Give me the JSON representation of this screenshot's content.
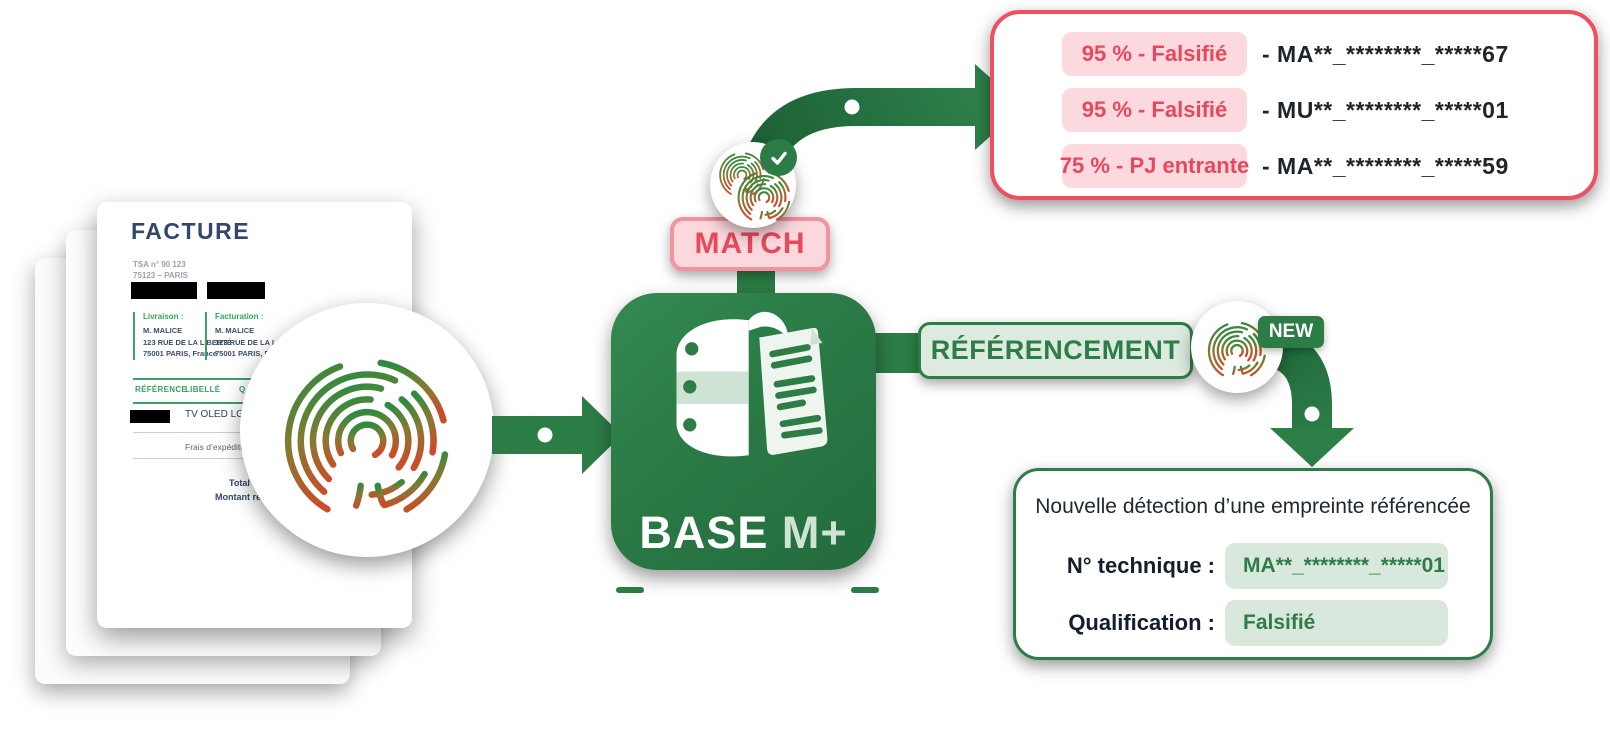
{
  "invoice": {
    "title": "FACTURE",
    "meta_line1": "TSA n° 90 123",
    "meta_line2": "75123 – PARIS",
    "delivery": {
      "heading": "Livraison :",
      "line1": "M. MALICE",
      "line2": "123 RUE DE LA LIBERTÉ",
      "line3": "75001 PARIS, France"
    },
    "billing": {
      "heading": "Facturation :",
      "line1": "M. MALICE",
      "line2": "123 RUE DE LA LIBERTÉ",
      "line3": "75001 PARIS, France"
    },
    "table": {
      "col_reference": "RÉFÉRENCE",
      "col_libelle": "LIBELLÉ",
      "col_qty": "Q",
      "row1_label": "TV OLED LG",
      "row2_label": "Frais d’expédition"
    },
    "totals": {
      "line1": "Total fa",
      "line2": "Montant réglé"
    }
  },
  "base": {
    "label_main": "BASE",
    "label_suffix": "M+"
  },
  "match": {
    "label": "MATCH"
  },
  "referencement": {
    "label": "RÉFÉRENCEMENT",
    "new_badge": "NEW"
  },
  "match_results": {
    "rows": [
      {
        "score": "95 % - Falsifié",
        "reference": "- MA**_********_*****67"
      },
      {
        "score": "95 % - Falsifié",
        "reference": "- MU**_********_*****01"
      },
      {
        "score": "75 % - PJ entrante",
        "reference": "- MA**_********_*****59"
      }
    ]
  },
  "detection": {
    "title": "Nouvelle détection d’une empreinte référencée",
    "rows": [
      {
        "label": "N° technique :",
        "value": "MA**_********_*****01"
      },
      {
        "label": "Qualification :",
        "value": "Falsifié"
      }
    ]
  },
  "colors": {
    "green": "#2c7c45",
    "green_dark": "#1b5f35",
    "green_light_bg": "#d9e8dd",
    "green_text": "#2e7d46",
    "red_text": "#e8485b",
    "red_border": "#ef4f5f",
    "pink_bg": "#fbd9de",
    "navy": "#33476b",
    "dark": "#20242b"
  }
}
